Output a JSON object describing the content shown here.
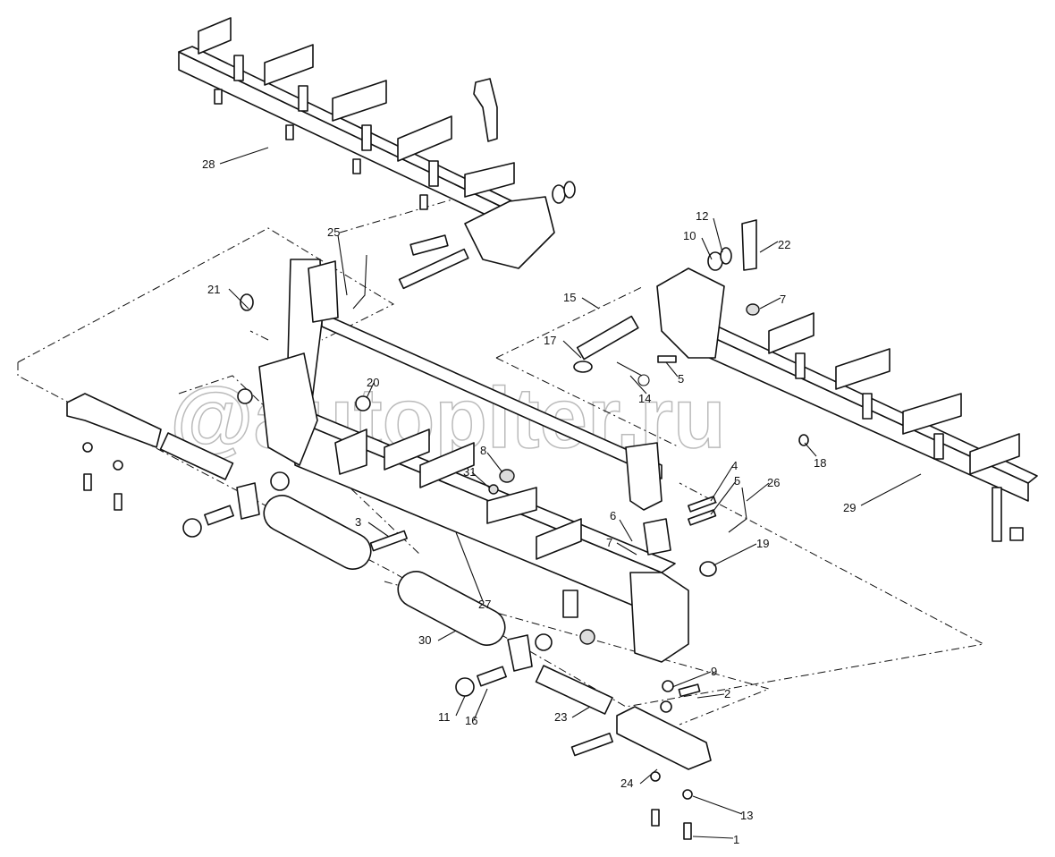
{
  "watermark": "@autopiter.ru",
  "callouts": [
    "1",
    "2",
    "3",
    "4",
    "5",
    "5",
    "6",
    "7",
    "7",
    "8",
    "9",
    "10",
    "11",
    "12",
    "13",
    "14",
    "15",
    "16",
    "17",
    "18",
    "19",
    "20",
    "21",
    "22",
    "23",
    "24",
    "25",
    "26",
    "27",
    "28",
    "29",
    "30",
    "31"
  ],
  "labels": {
    "c1": "1",
    "c2": "2",
    "c3": "3",
    "c4": "4",
    "c5a": "5",
    "c5b": "5",
    "c6": "6",
    "c7a": "7",
    "c7b": "7",
    "c8": "8",
    "c9": "9",
    "c10": "10",
    "c11": "11",
    "c12": "12",
    "c13": "13",
    "c14": "14",
    "c15": "15",
    "c16": "16",
    "c17": "17",
    "c18": "18",
    "c19": "19",
    "c20": "20",
    "c21": "21",
    "c22": "22",
    "c23": "23",
    "c24": "24",
    "c25": "25",
    "c26": "26",
    "c27": "27",
    "c28": "28",
    "c29": "29",
    "c30": "30",
    "c31": "31"
  }
}
